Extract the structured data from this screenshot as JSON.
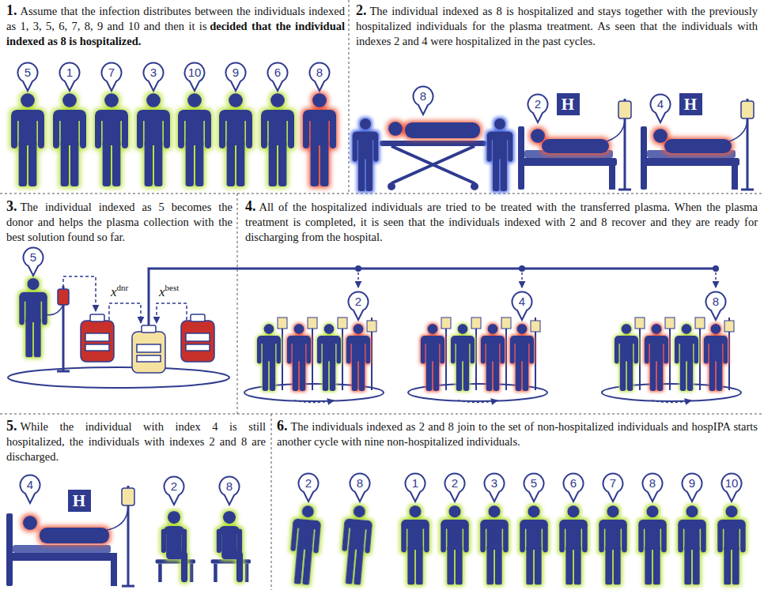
{
  "diagram": {
    "nodes": [
      {
        "text": [
          "5"
        ]
      },
      {
        "text": [
          "1"
        ]
      },
      {
        "text": [
          "7"
        ]
      },
      {
        "text": [
          "3"
        ]
      },
      {
        "text": [
          "10"
        ]
      },
      {
        "text": [
          "9"
        ]
      },
      {
        "text": [
          "6"
        ]
      },
      {
        "text": [
          "8"
        ]
      },
      {
        "text": [
          "8"
        ]
      },
      {
        "text": [
          "2"
        ]
      },
      {
        "text": [
          "H"
        ]
      },
      {
        "text": [
          "4"
        ]
      },
      {
        "text": [
          "H"
        ]
      },
      {
        "text": [
          "5"
        ]
      },
      {
        "text": [
          "2"
        ]
      },
      {
        "text": [
          "4"
        ]
      },
      {
        "text": [
          "8"
        ]
      },
      {
        "text": [
          "4"
        ]
      },
      {
        "text": [
          "H"
        ]
      },
      {
        "text": [
          "2"
        ]
      },
      {
        "text": [
          "8"
        ]
      },
      {
        "text": [
          "2"
        ]
      },
      {
        "text": [
          "8"
        ]
      },
      {
        "text": [
          "1"
        ]
      },
      {
        "text": [
          "2"
        ]
      },
      {
        "text": [
          "3"
        ]
      },
      {
        "text": [
          "5"
        ]
      },
      {
        "text": [
          "6"
        ]
      },
      {
        "text": [
          "7"
        ]
      },
      {
        "text": [
          "8"
        ]
      },
      {
        "text": [
          "9"
        ]
      },
      {
        "text": [
          "10"
        ]
      }
    ],
    "labels": [
      "1.",
      "Assume that the infection distributes between the individuals indexed as 1, 3, 5, 6, 7, 8, 9 and 10 and then it is",
      "decided that the individual indexed as 8 is hospitalized.",
      "2.",
      "The individual indexed as 8 is hospitalized and stays together with the previously hospitalized individuals for the plasma treatment. As seen that the individuals with indexes 2 and 4 were hospitalized in the past cycles.",
      "3.",
      "The individual indexed as 5 becomes the donor and helps the plasma collection with the best solution found so far.",
      "x",
      "dnr",
      "x",
      "best",
      "4.",
      "All of the hospitalized individuals are tried to be treated with the transferred plasma. When the plasma treatment is completed, it is seen that the individuals indexed with 2 and 8 recover and they are ready for discharging from the hospital.",
      "5.",
      "While the individual with index 4 is still hospitalized, the individuals with indexes 2 and 8 are discharged.",
      "6.",
      "The individuals indexed as 2 and 8 join to the set of non-hospitalized individuals and hospIPA starts another cycle with nine non-hospitalized individuals."
    ]
  }
}
